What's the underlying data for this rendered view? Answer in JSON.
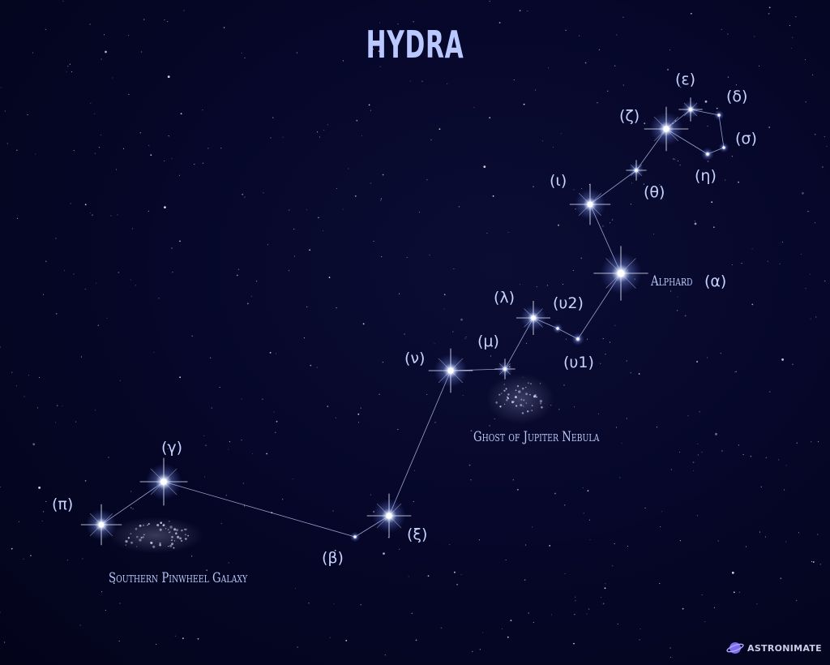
{
  "title": "HYDRA",
  "colors": {
    "background": "#05061f",
    "star": "#e6eeff",
    "line": "#c7d4ff",
    "label": "#c6d3ff",
    "title": "#b9c8ff"
  },
  "stars": [
    {
      "id": "pi",
      "label": "(π)"
    },
    {
      "id": "gamma",
      "label": "(γ)"
    },
    {
      "id": "beta",
      "label": "(β)"
    },
    {
      "id": "xi",
      "label": "(ξ)"
    },
    {
      "id": "nu",
      "label": "(ν)"
    },
    {
      "id": "mu",
      "label": "(μ)"
    },
    {
      "id": "lambda",
      "label": "(λ)"
    },
    {
      "id": "upsilon2",
      "label": "(υ2)"
    },
    {
      "id": "upsilon1",
      "label": "(υ1)"
    },
    {
      "id": "alpha",
      "label": "Alphard",
      "label_suffix": "(α)"
    },
    {
      "id": "iota",
      "label": "(ι)"
    },
    {
      "id": "theta",
      "label": "(θ)"
    },
    {
      "id": "zeta",
      "label": "(ζ)"
    },
    {
      "id": "epsilon",
      "label": "(ε)"
    },
    {
      "id": "delta",
      "label": "(δ)"
    },
    {
      "id": "sigma",
      "label": "(σ)"
    },
    {
      "id": "eta",
      "label": "(η)"
    }
  ],
  "connections": [
    [
      "pi",
      "gamma"
    ],
    [
      "gamma",
      "beta"
    ],
    [
      "beta",
      "xi"
    ],
    [
      "xi",
      "nu"
    ],
    [
      "nu",
      "mu"
    ],
    [
      "mu",
      "lambda"
    ],
    [
      "lambda",
      "upsilon2"
    ],
    [
      "upsilon2",
      "upsilon1"
    ],
    [
      "upsilon1",
      "alpha"
    ],
    [
      "alpha",
      "iota"
    ],
    [
      "iota",
      "theta"
    ],
    [
      "theta",
      "zeta"
    ],
    [
      "zeta",
      "epsilon"
    ],
    [
      "epsilon",
      "delta"
    ],
    [
      "delta",
      "sigma"
    ],
    [
      "sigma",
      "eta"
    ],
    [
      "eta",
      "zeta"
    ]
  ],
  "deep_sky_objects": [
    {
      "id": "ghost_of_jupiter",
      "label": "Ghost of Jupiter Nebula"
    },
    {
      "id": "southern_pinwheel",
      "label": "Southern Pinwheel Galaxy"
    }
  ],
  "brand": {
    "name": "ASTRONIMATE",
    "icon": "planet-icon"
  }
}
